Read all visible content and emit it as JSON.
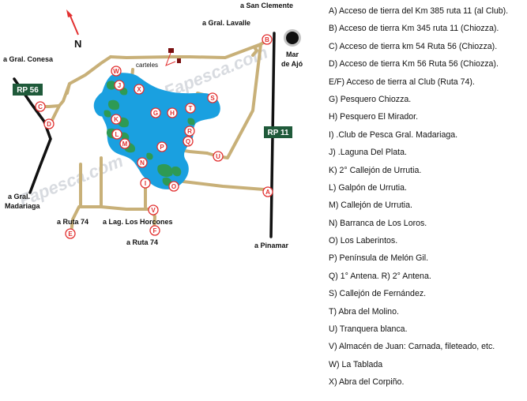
{
  "map": {
    "north_label": "N",
    "watermark": "Fapesca.com",
    "colors": {
      "lagoon": "#1aa0e0",
      "island": "#2e9a54",
      "road": "#c8b078",
      "highway": "#111111",
      "marker": "#e23030",
      "route_badge": "#1f5a3a"
    },
    "place_labels": {
      "san_clemente": "a San Clemente",
      "gral_lavalle": "a Gral. Lavalle",
      "mar_de_ajo_1": "Mar",
      "mar_de_ajo_2": "de Ajó",
      "gral_conesa": "a Gral. Conesa",
      "carteles": "carteles",
      "gral_madariaga_1": "a Gral.",
      "gral_madariaga_2": "Madariaga",
      "ruta74_left": "a Ruta 74",
      "lag_horcones": "a Lag. Los Horcones",
      "ruta74_bottom": "a Ruta 74",
      "pinamar": "a Pinamar"
    },
    "routes": {
      "rp56": "RP 56",
      "rp11": "RP 11"
    },
    "markers": {
      "A": "A",
      "B": "B",
      "C": "C",
      "D": "D",
      "E": "E",
      "F": "F",
      "G": "G",
      "H": "H",
      "I": "I",
      "K": "K",
      "L": "L",
      "M": "M",
      "N": "N",
      "O": "O",
      "P": "P",
      "Q": "Q",
      "R": "R",
      "S": "S",
      "T": "T",
      "U": "U",
      "V": "V",
      "W": "W",
      "X": "X",
      "J": "J"
    }
  },
  "legend": [
    "A) Acceso de tierra del Km 385 ruta 11 (al Club).",
    "B) Acceso de tierra Km 345 ruta 11 (Chiozza).",
    "C) Acceso de tierra km 54 Ruta 56 (Chiozza).",
    "D) Acceso de tierra Km 56 Ruta 56 (Chiozza).",
    "E/F) Acceso de tierra al Club (Ruta 74).",
    "G) Pesquero Chiozza.",
    "H) Pesquero El Mirador.",
    "I) .Club de Pesca Gral. Madariaga.",
    "J) .Laguna Del Plata.",
    "K) 2° Callejón de Urrutia.",
    "L) Galpón de Urrutia.",
    "M) Callejón de Urrutia.",
    "N) Barranca de Los Loros.",
    "O) Los Laberintos.",
    "P) Península de Melón Gil.",
    "Q) 1° Antena. R) 2° Antena.",
    "S) Callejón de Fernández.",
    "T) Abra del Molino.",
    "U) Tranquera blanca.",
    "V) Almacén de Juan: Carnada, fileteado, etc.",
    "W) La Tablada",
    "X) Abra del Corpiño."
  ]
}
